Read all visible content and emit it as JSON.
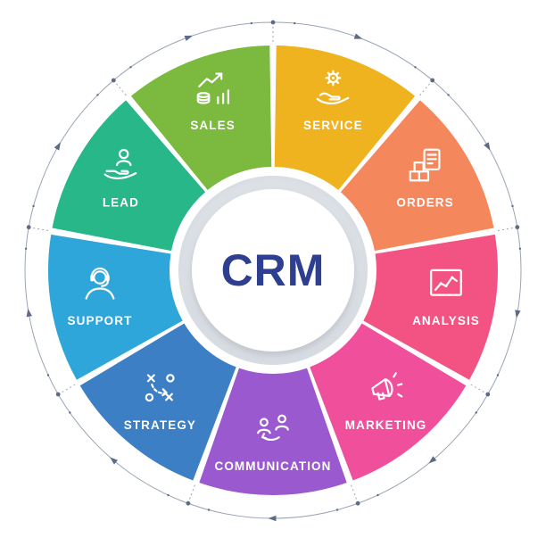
{
  "center": {
    "label": "CRM"
  },
  "colors": {
    "background": "#ffffff",
    "center_text": "#2e3f8f",
    "center_disc": "#e4e8ec",
    "label_text": "#ffffff",
    "ring": "#9aa4b5",
    "ring_node": "#5d6b84"
  },
  "diagram_type": "circular-crm-infographic",
  "segments": [
    {
      "label": "SALES",
      "icon": "sales-growth-coins-icon",
      "icon_key": "sales",
      "color": "#7cb93f",
      "angle": -20
    },
    {
      "label": "SERVICE",
      "icon": "hand-holding-gear-icon",
      "icon_key": "service",
      "color": "#efb31f",
      "angle": 20
    },
    {
      "label": "ORDERS",
      "icon": "checklist-boxes-icon",
      "icon_key": "orders",
      "color": "#f5875d",
      "angle": 60
    },
    {
      "label": "ANALYSIS",
      "icon": "line-chart-icon",
      "icon_key": "analysis",
      "color": "#f25383",
      "angle": 100
    },
    {
      "label": "MARKETING",
      "icon": "megaphone-icon",
      "icon_key": "marketing",
      "color": "#ef4f9b",
      "angle": 140
    },
    {
      "label": "COMMUNICATION",
      "icon": "people-exchange-icon",
      "icon_key": "communication",
      "color": "#9b59d0",
      "angle": 180
    },
    {
      "label": "STRATEGY",
      "icon": "tactics-board-icon",
      "icon_key": "strategy",
      "color": "#3d7fc4",
      "angle": 220
    },
    {
      "label": "SUPPORT",
      "icon": "headset-agent-icon",
      "icon_key": "support",
      "color": "#2fa6da",
      "angle": 260
    },
    {
      "label": "LEAD",
      "icon": "person-on-hand-icon",
      "icon_key": "lead",
      "color": "#28b789",
      "angle": 300
    }
  ]
}
